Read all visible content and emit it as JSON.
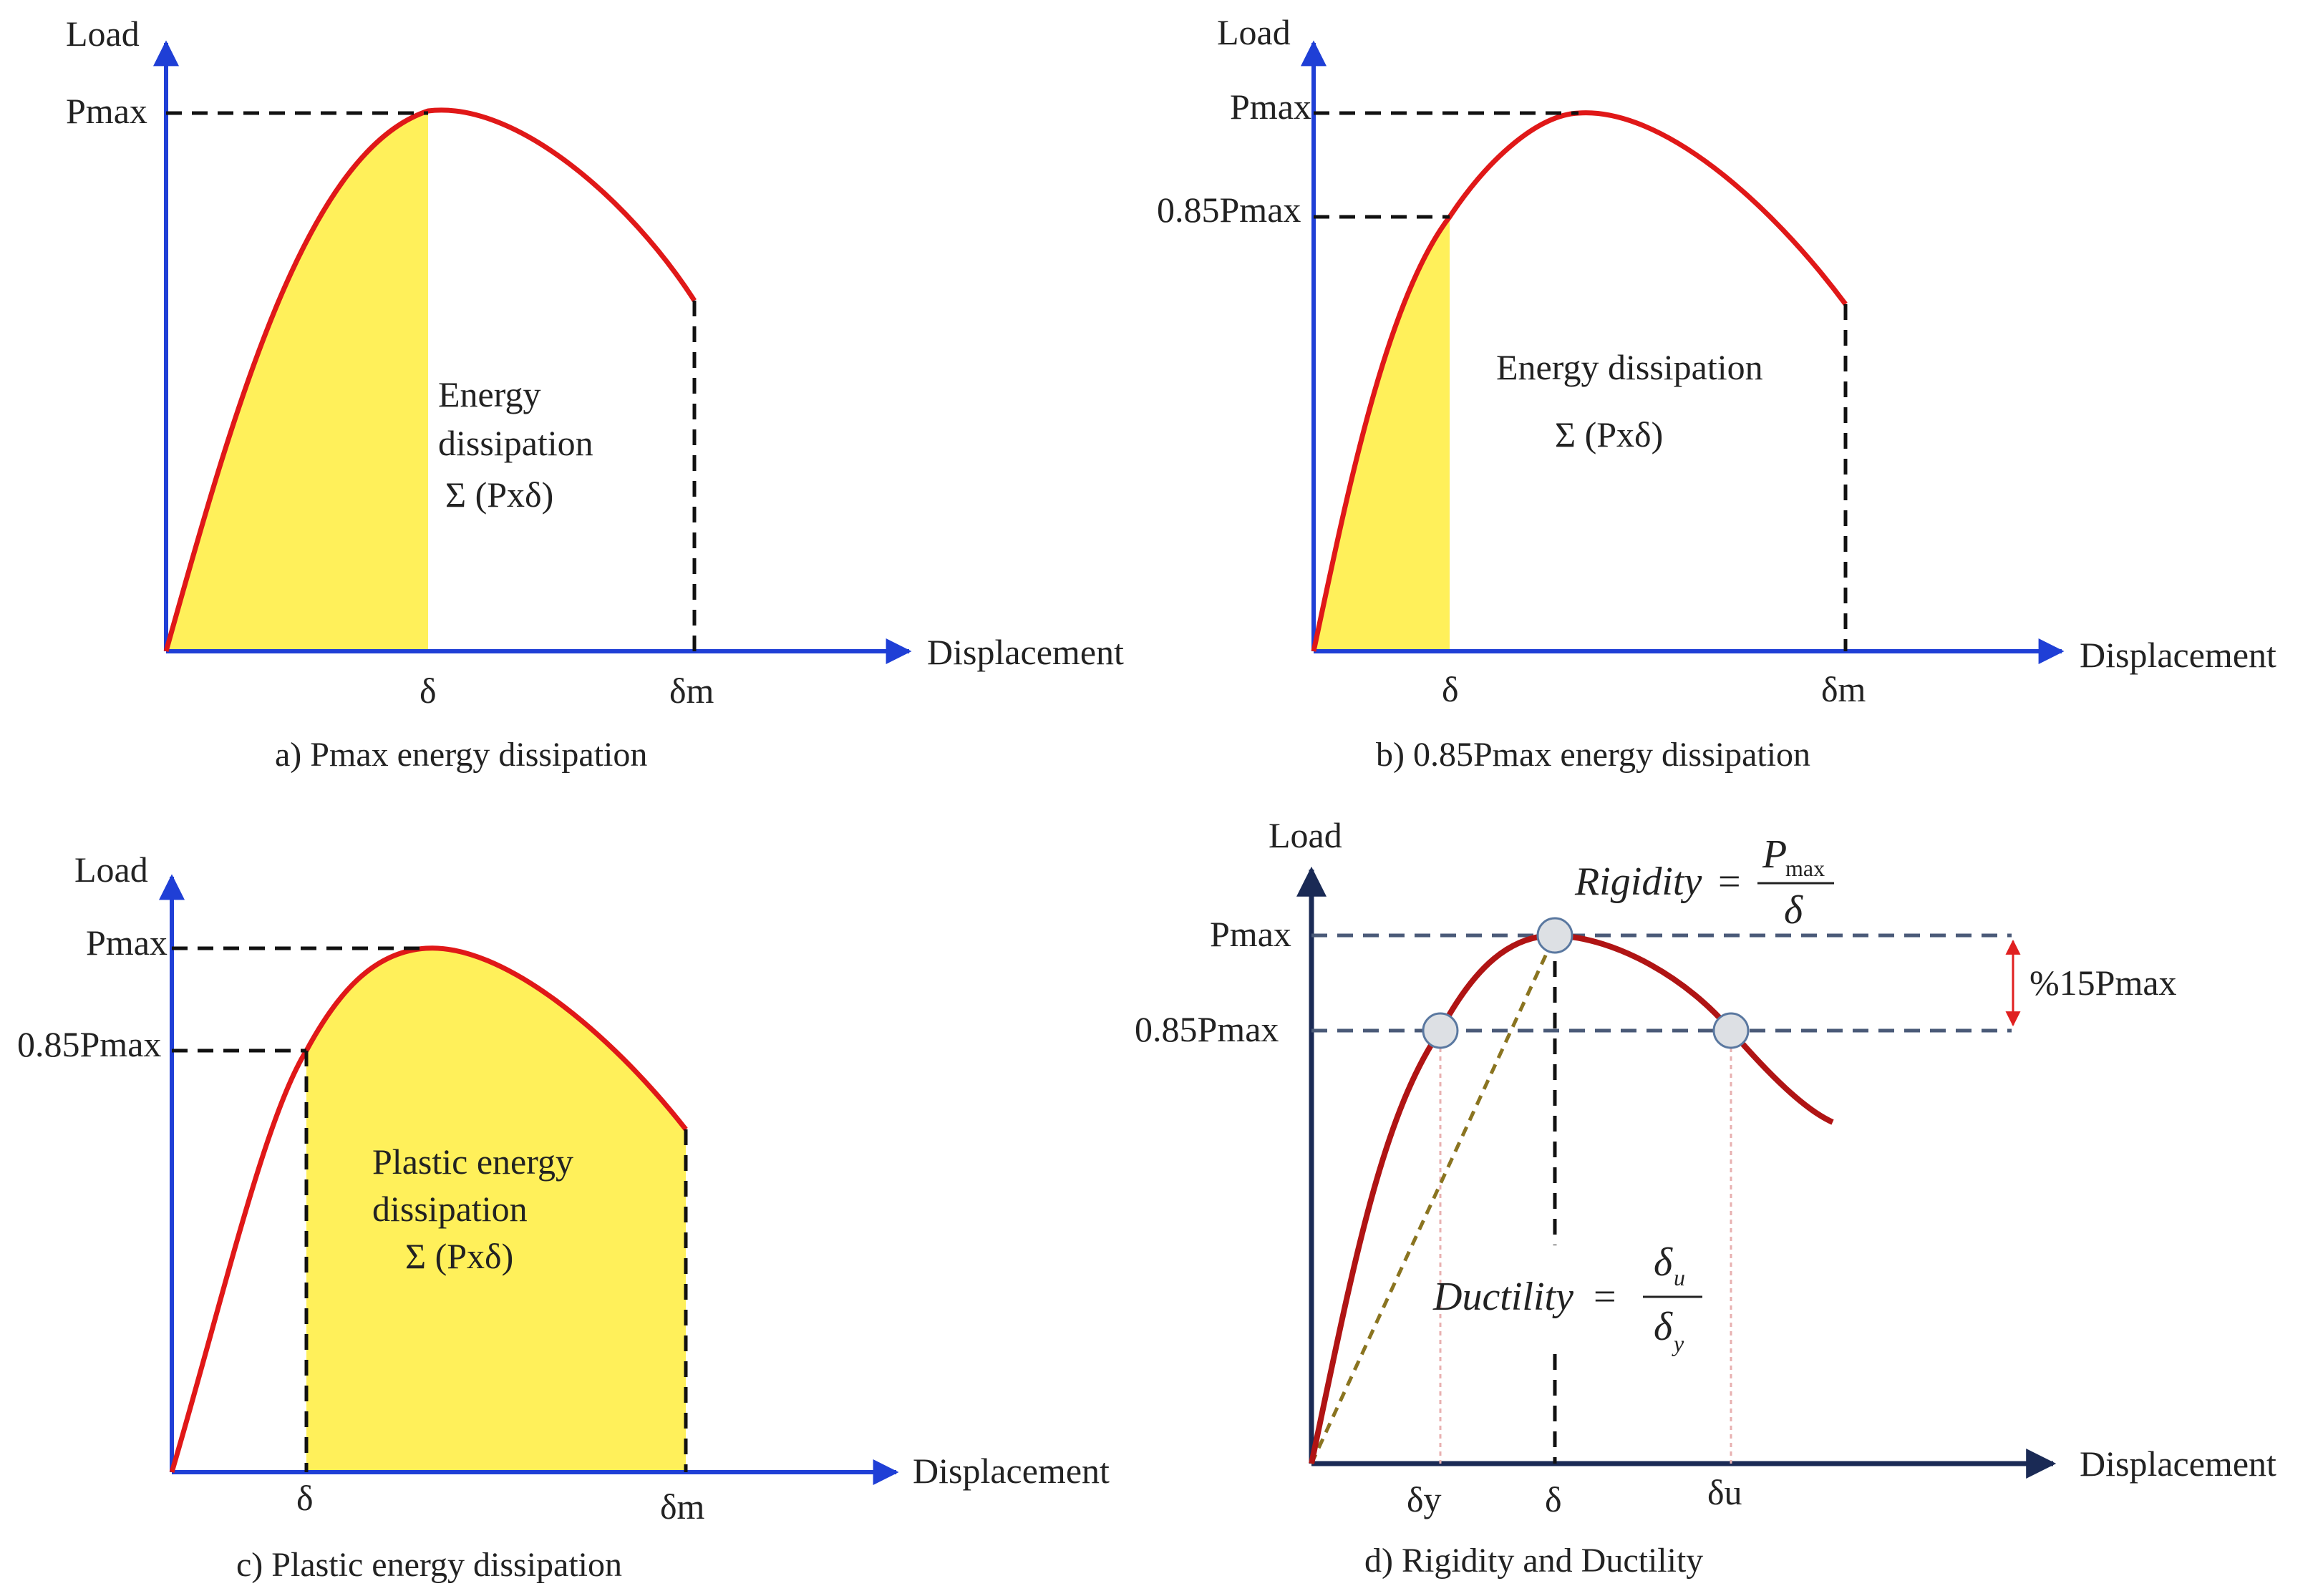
{
  "colors": {
    "axis_blue": "#1f3fd6",
    "axis_navy": "#1a2a55",
    "curve_red": "#e01818",
    "curve_darkred": "#b01414",
    "fill_yellow": "#fff05a",
    "dash_black": "#111111",
    "dash_slate": "#4a5a78",
    "secant_olive": "#8a7420",
    "dropline_pink": "#e8b0b0",
    "marker_fill": "#dde0e4",
    "marker_stroke": "#5a78a0",
    "arrow_red": "#e02020"
  },
  "panel_a": {
    "y_axis_label": "Load",
    "x_axis_label": "Displacement",
    "pmax_label": "Pmax",
    "tick_delta": "δ",
    "tick_delta_m": "δm",
    "energy_line1": "Energy",
    "energy_line2": "dissipation",
    "energy_formula": "Σ (Pxδ)",
    "caption": "a) Pmax energy dissipation"
  },
  "panel_b": {
    "y_axis_label": "Load",
    "x_axis_label": "Displacement",
    "pmax_label": "Pmax",
    "p085_label": "0.85Pmax",
    "tick_delta": "δ",
    "tick_delta_m": "δm",
    "energy_line1": "Energy dissipation",
    "energy_formula": "Σ (Pxδ)",
    "caption": "b) 0.85Pmax energy dissipation"
  },
  "panel_c": {
    "y_axis_label": "Load",
    "x_axis_label": "Displacement",
    "pmax_label": "Pmax",
    "p085_label": "0.85Pmax",
    "tick_delta": "δ",
    "tick_delta_m": "δm",
    "energy_line1": "Plastic energy",
    "energy_line2": "dissipation",
    "energy_formula": "Σ (Pxδ)",
    "caption": "c) Plastic energy dissipation"
  },
  "panel_d": {
    "y_axis_label": "Load",
    "x_axis_label": "Displacement",
    "pmax_label": "Pmax",
    "p085_label": "0.85Pmax",
    "tick_delta_y": "δy",
    "tick_delta": "δ",
    "tick_delta_u": "δu",
    "drop_label": "%15Pmax",
    "rigidity_word": "Rigidity",
    "rigidity_numerator": "P",
    "rigidity_numerator_sub": "max",
    "rigidity_denominator": "δ",
    "ductility_word": "Ductility",
    "ductility_numerator": "δ",
    "ductility_numerator_sub": "u",
    "ductility_denominator": "δ",
    "ductility_denominator_sub": "y",
    "equals": "=",
    "caption": "d) Rigidity and Ductility"
  }
}
